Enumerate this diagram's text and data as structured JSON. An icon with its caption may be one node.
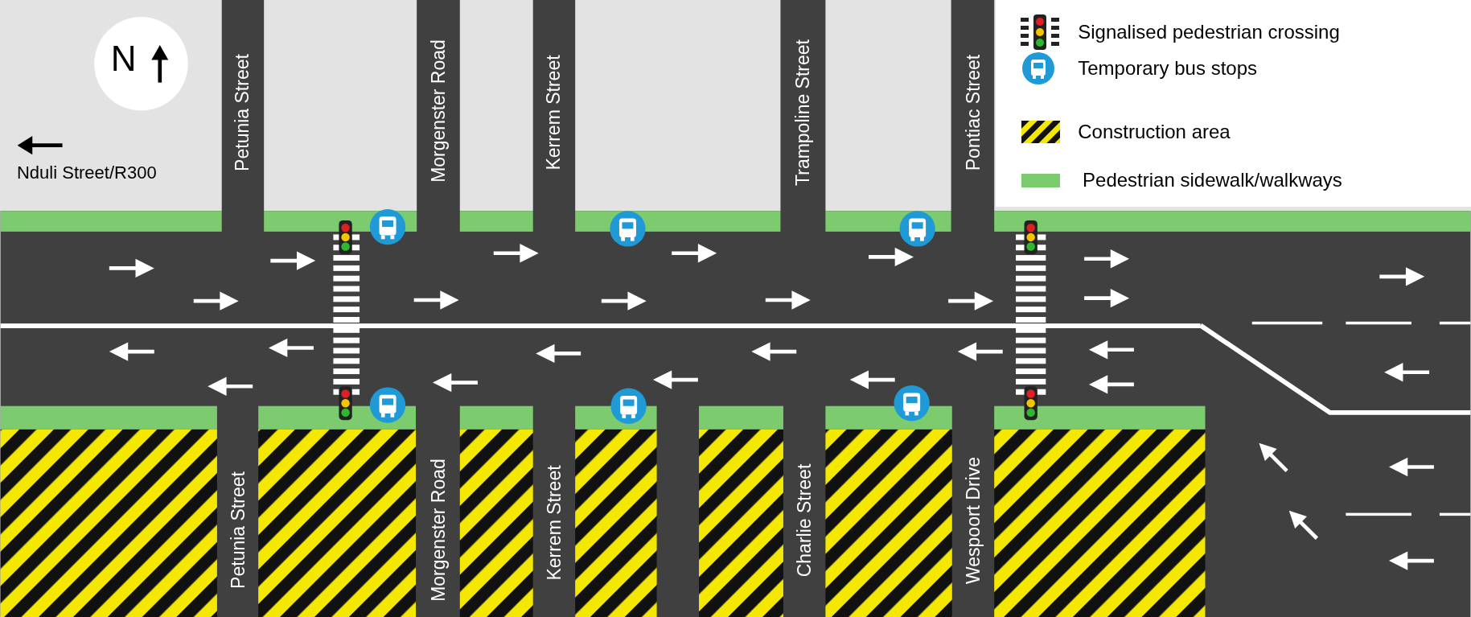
{
  "diagram": {
    "labels": [
      "N",
      "Nduli Street/R300",
      "Petunia Street",
      "Morgenster Road",
      "Kerrem Street",
      "Trampoline Street",
      "Pontiac Street",
      "Petunia Street",
      "Morgenster Road",
      "Kerrem Street",
      "Charlie Street",
      "Wespoort Drive"
    ],
    "legend": [
      {
        "text": "Signalised pedestrian crossing"
      },
      {
        "text": "Temporary bus stops"
      },
      {
        "text": "Construction area"
      },
      {
        "text": "Pedestrian sidewalk/walkways",
        "color": "#7dcb6f"
      }
    ]
  }
}
